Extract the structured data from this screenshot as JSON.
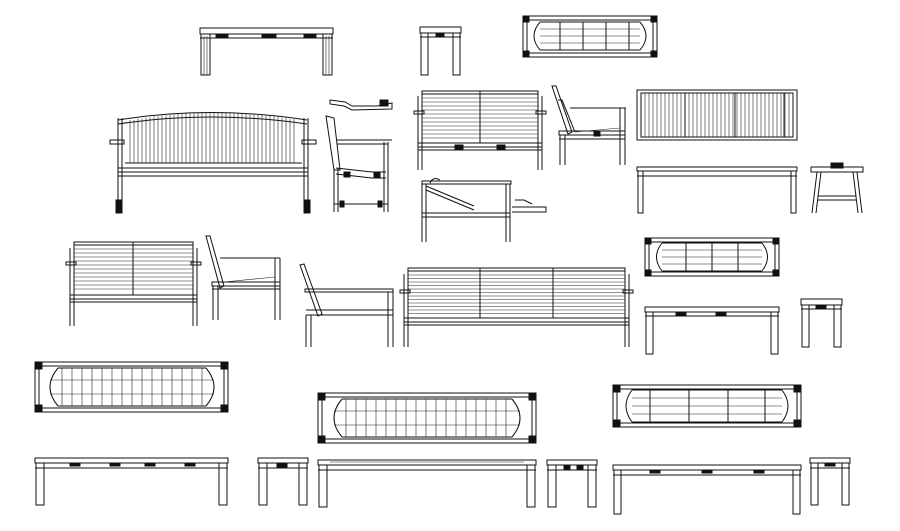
{
  "drawing": {
    "line_color": "#111111",
    "background": "#ffffff",
    "blocks": [
      {
        "kind": "table-elevation",
        "name": "long-table-front-top"
      },
      {
        "kind": "stool-elevation",
        "name": "stool-side-top"
      },
      {
        "kind": "plan",
        "name": "table-plan-top-center"
      },
      {
        "kind": "bench-elevation",
        "name": "arched-bench-front"
      },
      {
        "kind": "bench-side",
        "name": "arched-bench-side"
      },
      {
        "kind": "armrest-detail",
        "name": "armrest-detail"
      },
      {
        "kind": "bench-elevation",
        "name": "armchair-bench-front"
      },
      {
        "kind": "bench-side",
        "name": "armchair-bench-side"
      },
      {
        "kind": "plan",
        "name": "bench-seat-plan"
      },
      {
        "kind": "table-elevation",
        "name": "bench-seat-front"
      },
      {
        "kind": "stool-elevation",
        "name": "bench-seat-side"
      },
      {
        "kind": "bench-side",
        "name": "reclined-bench-side"
      },
      {
        "kind": "bench-elevation",
        "name": "small-bench-front"
      },
      {
        "kind": "bench-side",
        "name": "small-bench-side"
      },
      {
        "kind": "bench-side",
        "name": "lounge-bench-side"
      },
      {
        "kind": "bench-elevation",
        "name": "long-bench-front"
      },
      {
        "kind": "plan",
        "name": "table-plan-right"
      },
      {
        "kind": "table-elevation",
        "name": "table-front-right"
      },
      {
        "kind": "stool-elevation",
        "name": "table-side-right"
      },
      {
        "kind": "plan",
        "name": "table-plan-left-large"
      },
      {
        "kind": "plan",
        "name": "table-plan-center-large"
      },
      {
        "kind": "plan",
        "name": "table-plan-right-large"
      },
      {
        "kind": "table-elevation",
        "name": "table-front-left-bottom"
      },
      {
        "kind": "stool-elevation",
        "name": "table-side-left-bottom"
      },
      {
        "kind": "table-elevation",
        "name": "table-front-center-bottom"
      },
      {
        "kind": "stool-elevation",
        "name": "table-side-center-bottom"
      },
      {
        "kind": "table-elevation",
        "name": "table-front-right-bottom"
      },
      {
        "kind": "stool-elevation",
        "name": "table-side-right-bottom"
      }
    ]
  }
}
